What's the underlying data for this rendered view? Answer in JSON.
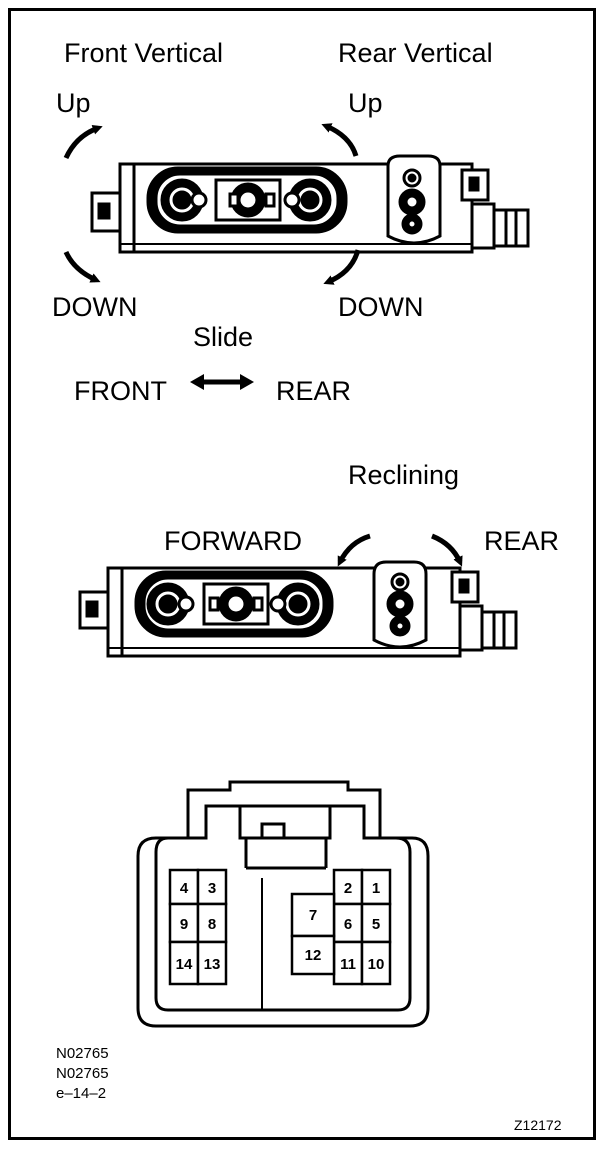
{
  "switch_top": {
    "front_vertical": "Front Vertical",
    "rear_vertical": "Rear Vertical",
    "up_left": "Up",
    "up_right": "Up",
    "down_left": "DOWN",
    "down_right": "DOWN"
  },
  "slide": {
    "title": "Slide",
    "front": "FRONT",
    "rear": "REAR"
  },
  "reclining": {
    "title": "Reclining",
    "forward": "FORWARD",
    "rear": "REAR"
  },
  "connector": {
    "left_pins": [
      [
        "4",
        "3"
      ],
      [
        "9",
        "8"
      ],
      [
        "14",
        "13"
      ]
    ],
    "right_top_pins": [
      "2",
      "1"
    ],
    "right_mid_pins": [
      "6",
      "5"
    ],
    "right_bottom_pins": [
      "11",
      "10"
    ],
    "center_pins": [
      "7",
      "12"
    ]
  },
  "codes": {
    "line1": "N02765",
    "line2": "N02765",
    "line3": "e–14–2",
    "figure": "Z12172"
  }
}
